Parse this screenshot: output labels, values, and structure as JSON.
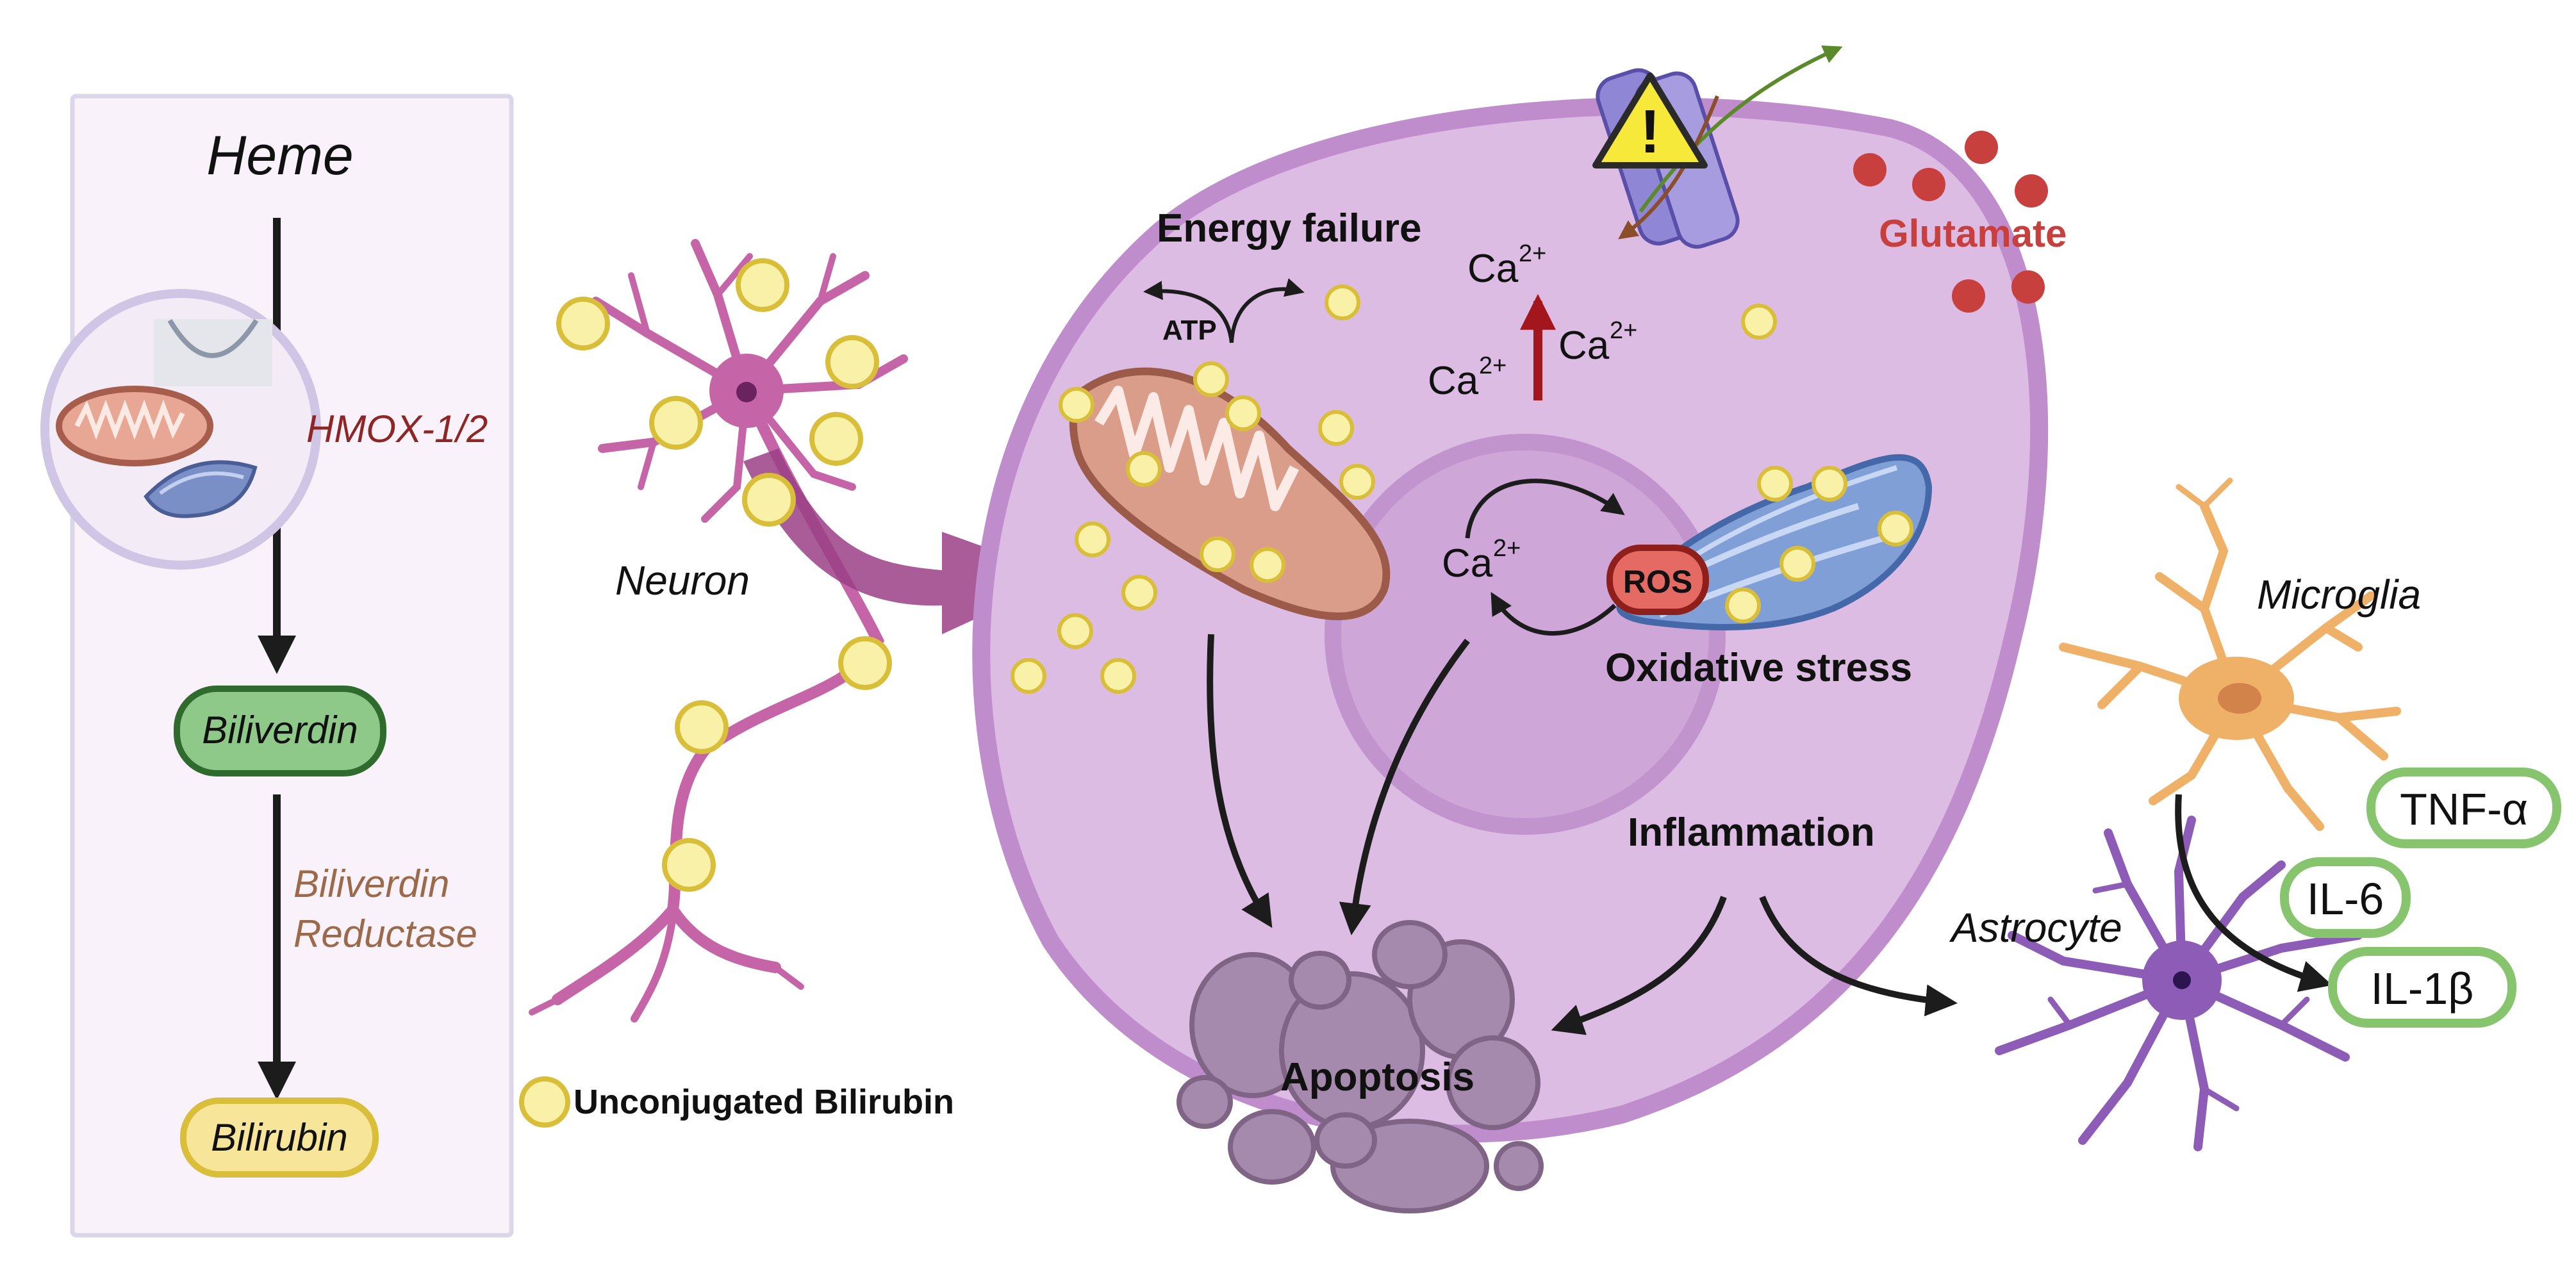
{
  "pathway": {
    "heme": "Heme",
    "enzyme1": "HMOX-1/2",
    "biliverdin": "Biliverdin",
    "enzyme2_line1": "Biliverdin",
    "enzyme2_line2": "Reductase",
    "bilirubin": "Bilirubin"
  },
  "labels": {
    "neuron": "Neuron",
    "legend": "Unconjugated Bilirubin",
    "energy_failure": "Energy failure",
    "atp": "ATP",
    "ca_top": "Ca",
    "ca_right": "Ca",
    "ca_left": "Ca",
    "ca_nucleus": "Ca",
    "ca_sup": "2+",
    "glutamate": "Glutamate",
    "ros": "ROS",
    "oxidative_stress": "Oxidative stress",
    "inflammation": "Inflammation",
    "apoptosis": "Apoptosis",
    "microglia": "Microglia",
    "astrocyte": "Astrocyte"
  },
  "cytokines": [
    "TNF-α",
    "IL-6",
    "IL-1β"
  ],
  "colors": {
    "pathway_bg": "#faf2fa",
    "biliverdin_fill": "#8ec98a",
    "bilirubin_fill": "#f7e69a",
    "bilirubin_dot": "#f9f1a8",
    "cell_fill": "#dcbce3",
    "nucleus_fill": "#cfa6d8",
    "glutamate": "#c8403e",
    "neuron": "#c565a8",
    "microglia": "#efb167",
    "astrocyte": "#8d5cb6",
    "cytokine_border": "#86c46e"
  }
}
